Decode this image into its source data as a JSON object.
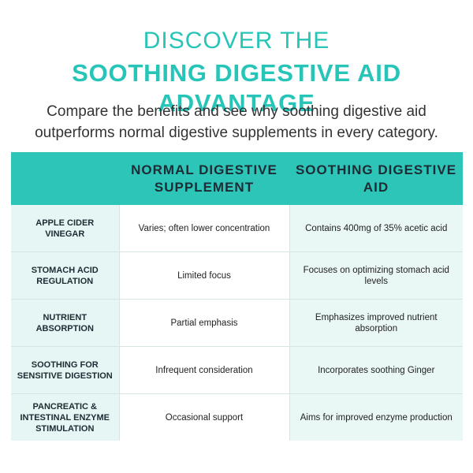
{
  "header": {
    "title_line1": "DISCOVER THE",
    "title_line2": "SOOTHING DIGESTIVE AID ADVANTAGE",
    "subtitle": "Compare the benefits and see why soothing digestive aid outperforms normal digestive supplements in every category."
  },
  "table": {
    "columns": [
      "",
      "NORMAL DIGESTIVE SUPPLEMENT",
      "SOOTHING DIGESTIVE AID"
    ],
    "rows": [
      {
        "label": "APPLE CIDER VINEGAR",
        "normal": "Varies; often lower concentration",
        "soothing": "Contains 400mg of 35% acetic acid"
      },
      {
        "label": "STOMACH ACID REGULATION",
        "normal": "Limited focus",
        "soothing": "Focuses on optimizing stomach acid levels"
      },
      {
        "label": "NUTRIENT ABSORPTION",
        "normal": "Partial emphasis",
        "soothing": "Emphasizes improved nutrient absorption"
      },
      {
        "label": "SOOTHING FOR SENSITIVE DIGESTION",
        "normal": "Infrequent consideration",
        "soothing": "Incorporates soothing Ginger"
      },
      {
        "label": "PANCREATIC & INTESTINAL ENZYME STIMULATION",
        "normal": "Occasional support",
        "soothing": "Aims for improved enzyme production"
      }
    ]
  },
  "colors": {
    "accent": "#27c4b8",
    "header_bg": "#2cc5b8",
    "label_bg": "#e6f6f4",
    "soothing_bg": "#e9f7f5",
    "text_dark": "#1e2b34"
  }
}
